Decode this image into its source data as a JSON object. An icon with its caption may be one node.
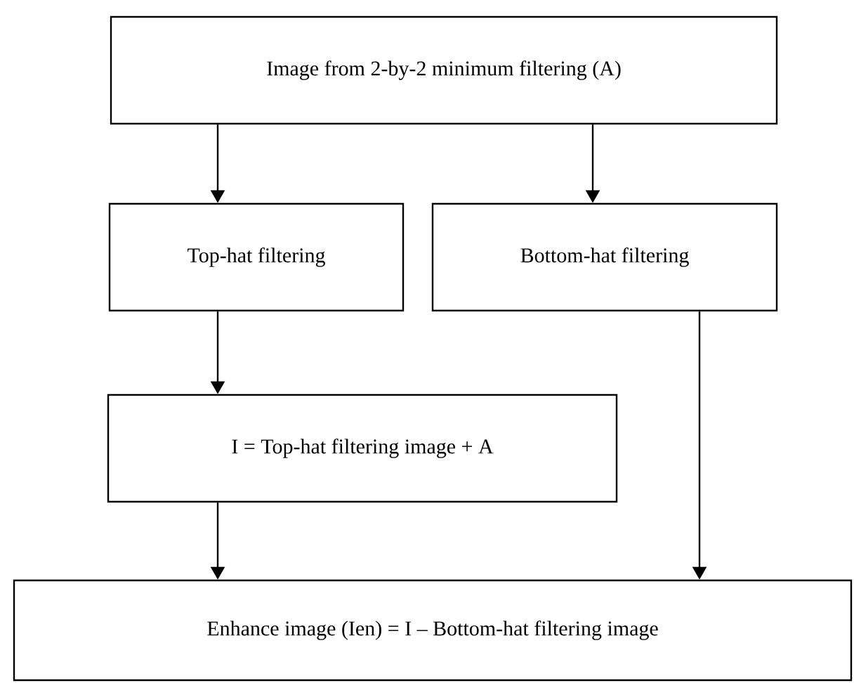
{
  "diagram": {
    "nodes": [
      {
        "text": [
          "Image from 2-by-2 minimum filtering (A)"
        ]
      },
      {
        "text": [
          "Top-hat filtering"
        ]
      },
      {
        "text": [
          "Bottom-hat filtering"
        ]
      },
      {
        "text": [
          "I = Top-hat filtering image +  A"
        ]
      },
      {
        "text": [
          "Enhance image (Ien)  =  I – Bottom-hat filtering image"
        ]
      }
    ],
    "edges": [
      {
        "from": 0,
        "to": 1,
        "arrow": "to"
      },
      {
        "from": 0,
        "to": 2,
        "arrow": "to"
      },
      {
        "from": 1,
        "to": 3,
        "arrow": "to"
      },
      {
        "from": 3,
        "to": 4,
        "arrow": "to"
      },
      {
        "from": 2,
        "to": 4,
        "arrow": "to"
      }
    ]
  }
}
